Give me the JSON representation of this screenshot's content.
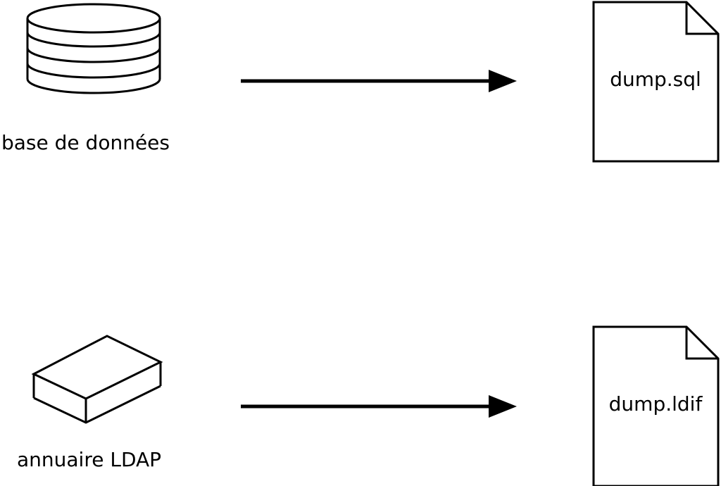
{
  "diagram": {
    "background": "#ffffff",
    "stroke_color": "#000000",
    "rows": [
      {
        "source_label": "base de données",
        "source_icon": "database-cylinder-icon",
        "target_file": "dump.sql"
      },
      {
        "source_label": "annuaire LDAP",
        "source_icon": "ldap-box-icon",
        "target_file": "dump.ldif"
      }
    ]
  }
}
